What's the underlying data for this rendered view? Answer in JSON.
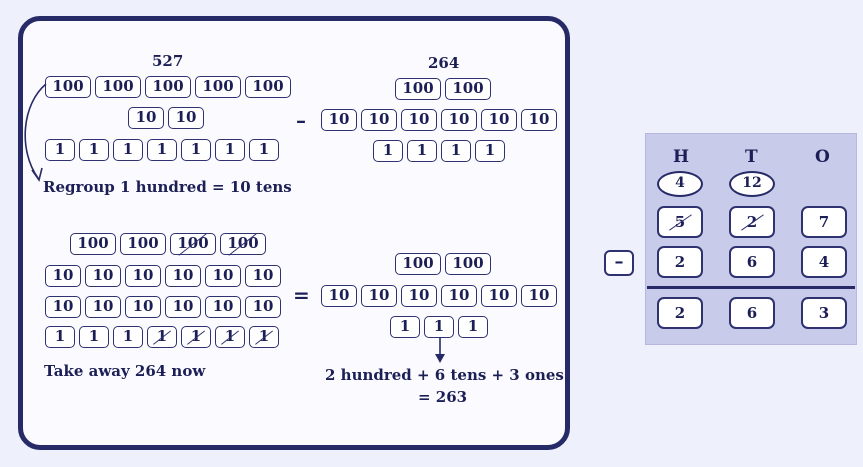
{
  "step1": {
    "minuend": "527",
    "subtrahend": "264",
    "left_hundreds": [
      "100",
      "100",
      "100",
      "100",
      "100"
    ],
    "left_tens": [
      "10",
      "10"
    ],
    "left_ones": [
      "1",
      "1",
      "1",
      "1",
      "1",
      "1",
      "1"
    ],
    "operator": "–",
    "right_hundreds": [
      "100",
      "100"
    ],
    "right_tens": [
      "10",
      "10",
      "10",
      "10",
      "10",
      "10"
    ],
    "right_ones": [
      "1",
      "1",
      "1",
      "1"
    ],
    "caption": "Regroup 1 hundred = 10 tens"
  },
  "step2": {
    "left_hundreds": [
      {
        "v": "100",
        "struck": false
      },
      {
        "v": "100",
        "struck": false
      },
      {
        "v": "100",
        "struck": true
      },
      {
        "v": "100",
        "struck": true
      }
    ],
    "left_tens_row1": [
      "10",
      "10",
      "10",
      "10",
      "10",
      "10"
    ],
    "left_tens_row2": [
      "10",
      "10",
      "10",
      "10",
      "10",
      "10"
    ],
    "left_ones": [
      {
        "v": "1",
        "struck": false
      },
      {
        "v": "1",
        "struck": false
      },
      {
        "v": "1",
        "struck": false
      },
      {
        "v": "1",
        "struck": true
      },
      {
        "v": "1",
        "struck": true
      },
      {
        "v": "1",
        "struck": true
      },
      {
        "v": "1",
        "struck": true
      }
    ],
    "operator": "=",
    "right_hundreds": [
      "100",
      "100"
    ],
    "right_tens": [
      "10",
      "10",
      "10",
      "10",
      "10",
      "10"
    ],
    "right_ones": [
      "1",
      "1",
      "1"
    ],
    "caption": "Take away 264 now",
    "result_line1": "2 hundred + 6 tens + 3 ones",
    "result_line2": "= 263"
  },
  "grid": {
    "headers": [
      "H",
      "T",
      "O"
    ],
    "carry": [
      "4",
      "12"
    ],
    "row1": [
      {
        "v": "5",
        "struck": true
      },
      {
        "v": "2",
        "struck": true
      },
      {
        "v": "7",
        "struck": false
      }
    ],
    "operator": "–",
    "row2": [
      "2",
      "6",
      "4"
    ],
    "result": [
      "2",
      "6",
      "3"
    ]
  },
  "colors": {
    "ink": "#1c1f55",
    "frame": "#262a66",
    "grid_bg": "#c9cbeb",
    "page_bg": "#eef0fb"
  }
}
